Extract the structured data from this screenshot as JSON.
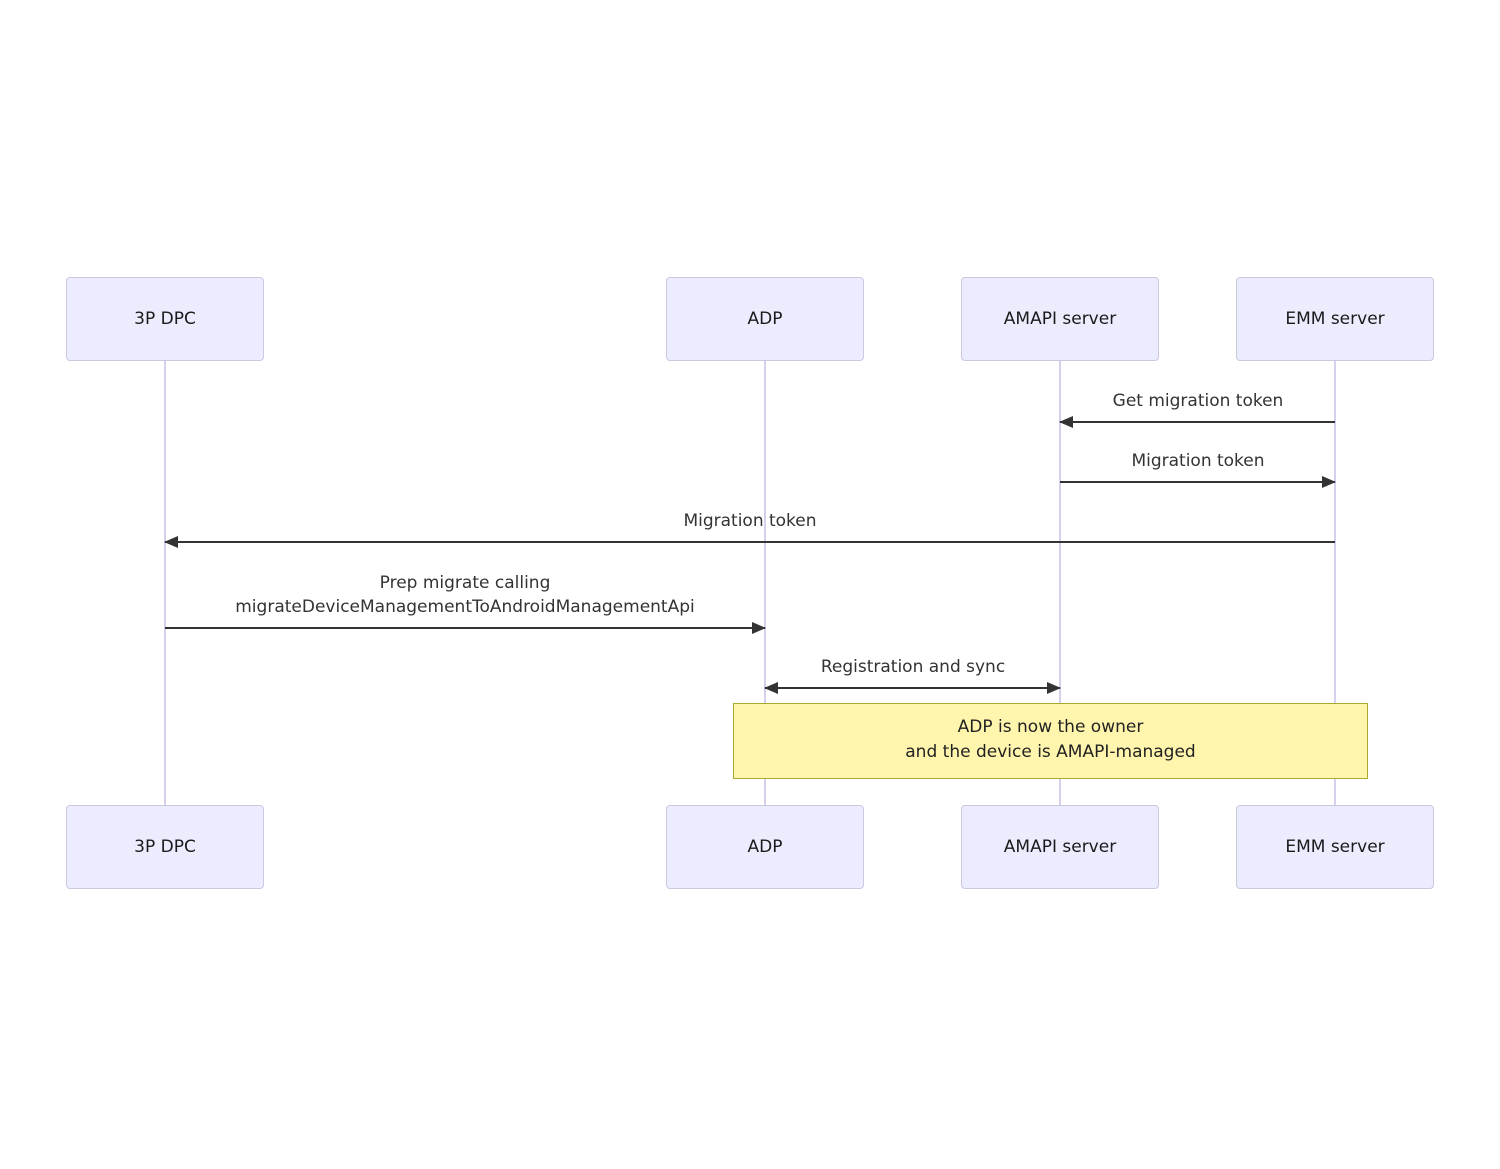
{
  "diagram": {
    "type": "sequence",
    "actors": [
      {
        "id": "3p-dpc",
        "label": "3P DPC"
      },
      {
        "id": "adp",
        "label": "ADP"
      },
      {
        "id": "amapi-server",
        "label": "AMAPI server"
      },
      {
        "id": "emm-server",
        "label": "EMM server"
      }
    ],
    "messages": [
      {
        "from": "EMM server",
        "to": "AMAPI server",
        "arrow": "left",
        "lines": [
          "Get migration token"
        ]
      },
      {
        "from": "AMAPI server",
        "to": "EMM server",
        "arrow": "right",
        "lines": [
          "Migration token"
        ]
      },
      {
        "from": "EMM server",
        "to": "3P DPC",
        "arrow": "left",
        "lines": [
          "Migration token"
        ]
      },
      {
        "from": "3P DPC",
        "to": "ADP",
        "arrow": "right",
        "lines": [
          "Prep migrate calling",
          "migrateDeviceManagementToAndroidManagementApi"
        ]
      },
      {
        "from": "ADP",
        "to": "AMAPI server",
        "arrow": "both",
        "lines": [
          "Registration and sync"
        ]
      }
    ],
    "note": {
      "over": [
        "ADP",
        "EMM server"
      ],
      "lines": [
        "ADP is now the owner",
        "and the device is AMAPI-managed"
      ]
    },
    "colors": {
      "actor_fill": "#ECECFF",
      "actor_border": "#CBC8E0",
      "lifeline": "#D8CFEF",
      "arrow": "#333333",
      "message_text": "#333333",
      "note_fill": "#FFF5AD",
      "note_border": "#AAAA33",
      "background": "#FFFFFF"
    }
  }
}
